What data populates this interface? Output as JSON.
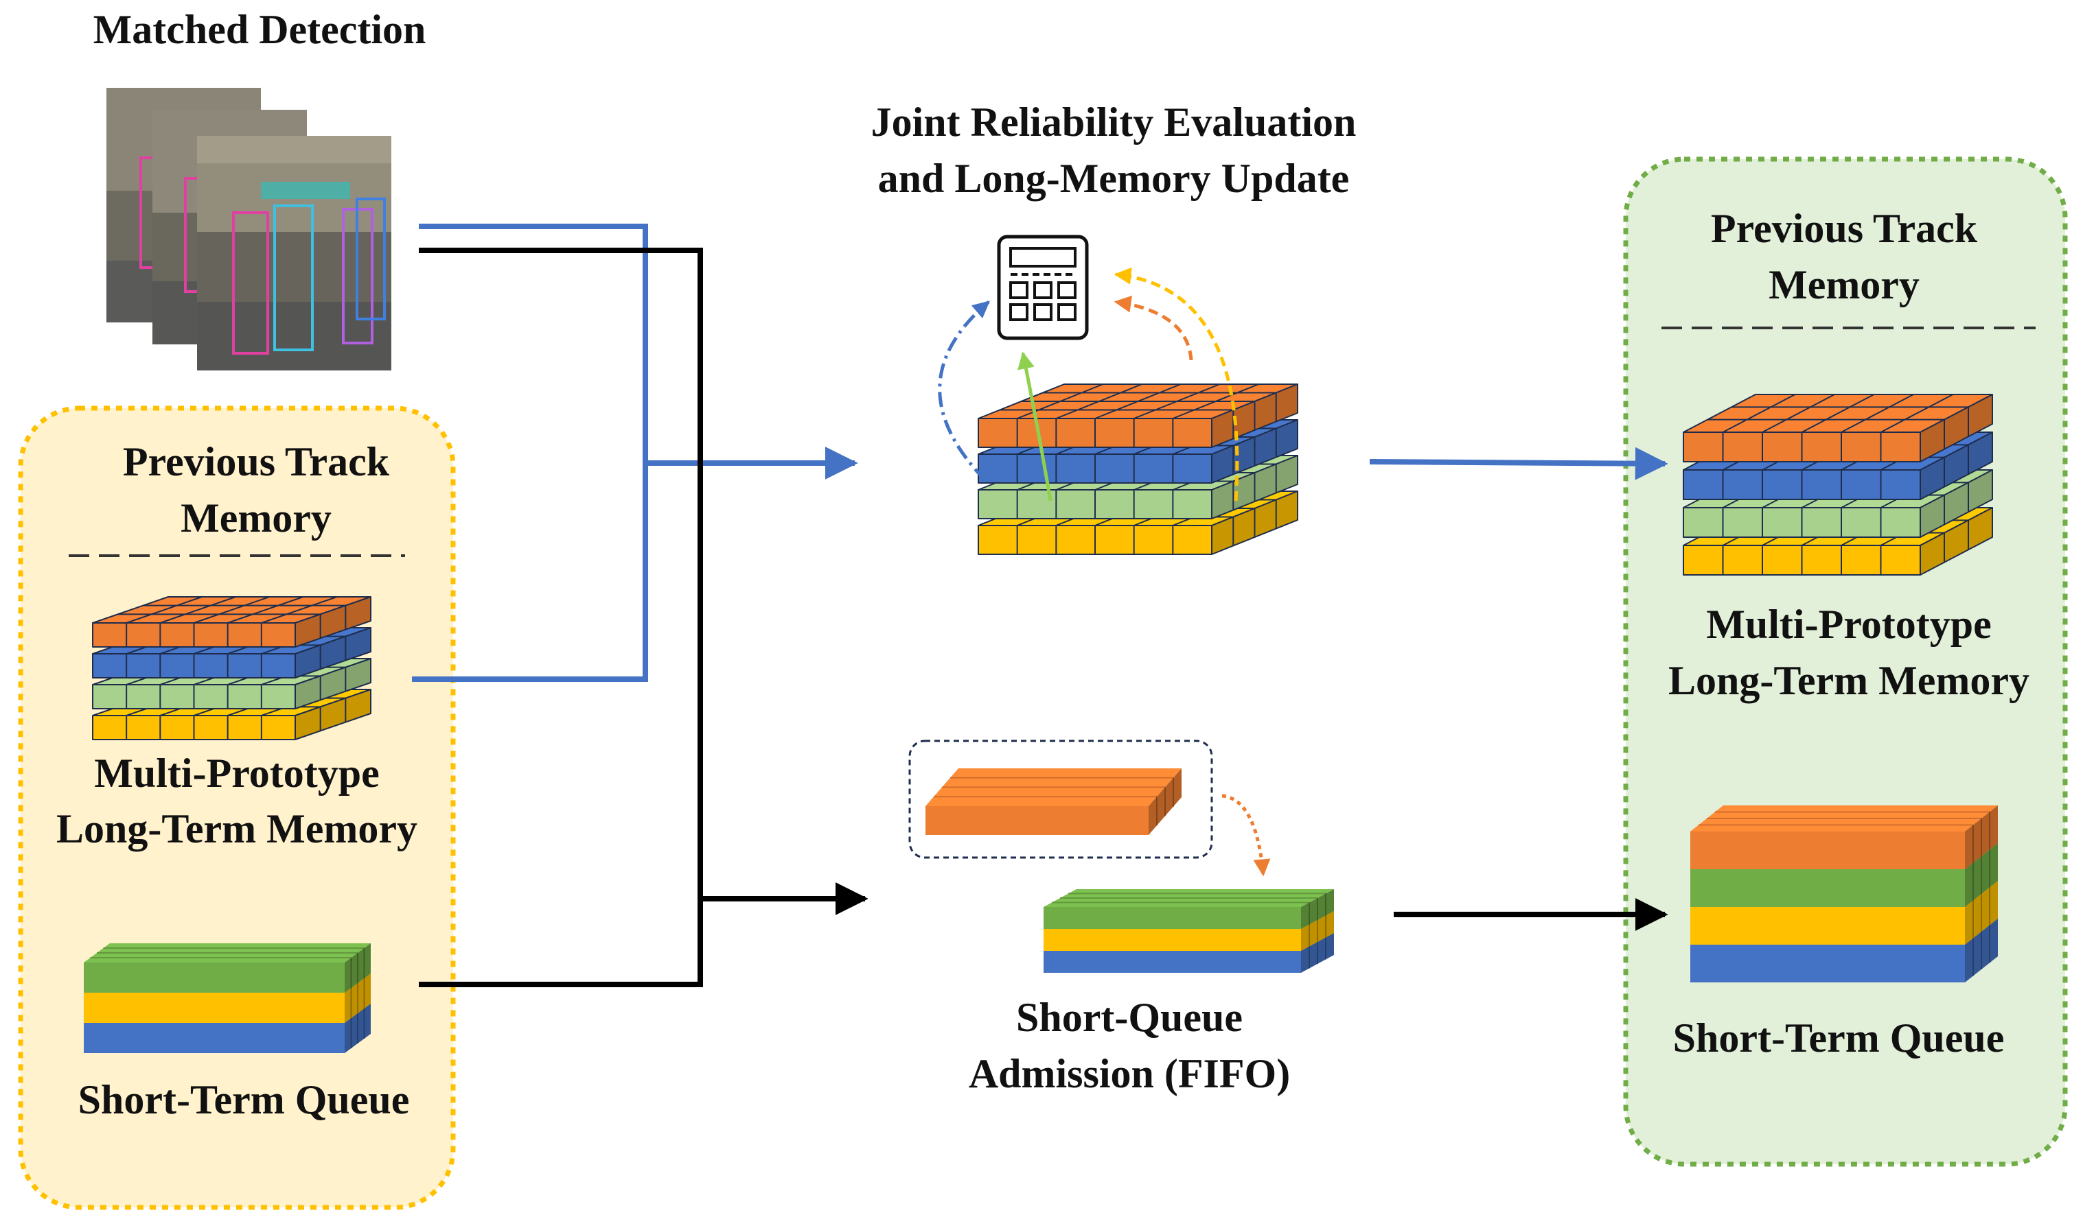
{
  "matched_detection": {
    "title": "Matched Detection"
  },
  "left_memory": {
    "title_line1": "Previous Track",
    "title_line2": "Memory",
    "long_line1": "Multi-Prototype",
    "long_line2": "Long-Term Memory",
    "short_label": "Short-Term Queue"
  },
  "joint_eval": {
    "title_line1": "Joint Reliability Evaluation",
    "title_line2": "and Long-Memory Update",
    "calculator_icon": "calculator-icon"
  },
  "short_admission": {
    "title_line1": "Short-Queue",
    "title_line2": "Admission (FIFO)"
  },
  "right_memory": {
    "title_line1": "Previous Track",
    "title_line2": "Memory",
    "long_line1": "Multi-Prototype",
    "long_line2": "Long-Term Memory",
    "short_label": "Short-Term Queue"
  },
  "colors": {
    "orange": "#ED7D31",
    "blue": "#4472C4",
    "green_light": "#A9D18E",
    "yellow": "#FFC000",
    "green_queue": "#70AD47",
    "left_panel_fill": "#FFF2CC",
    "left_panel_border": "#FFC000",
    "right_panel_fill": "#E2F0D9",
    "right_panel_border": "#70AD47",
    "flow_blue": "#4472C4",
    "flow_black": "#000000"
  }
}
